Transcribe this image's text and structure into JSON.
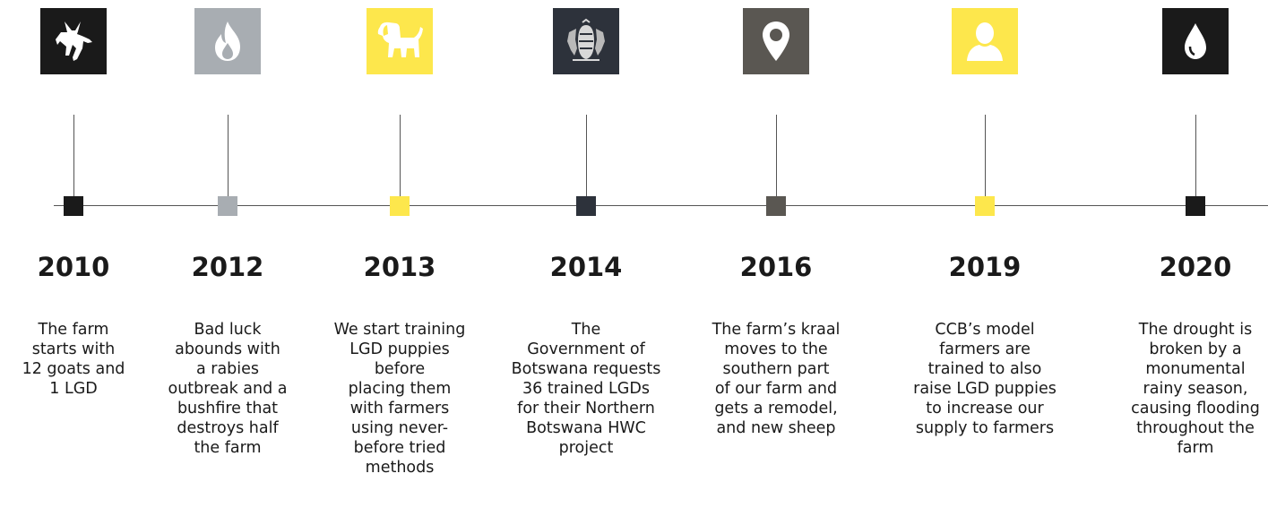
{
  "colors": {
    "black": "#1a1a1a",
    "gray": "#a8adb2",
    "yellow": "#fde74c",
    "navy": "#2d323b",
    "dark_gray": "#5a5752",
    "line": "#555555"
  },
  "events": [
    {
      "year": "2010",
      "icon": "goat-icon",
      "color": "#1a1a1a",
      "lines": [
        "The farm",
        "starts with",
        "12 goats and",
        "1 LGD"
      ]
    },
    {
      "year": "2012",
      "icon": "fire-icon",
      "color": "#a8adb2",
      "lines": [
        "Bad luck",
        "abounds with",
        "a rabies",
        "outbreak and a",
        "bushfire that",
        "destroys half",
        "the farm"
      ]
    },
    {
      "year": "2013",
      "icon": "puppy-icon",
      "color": "#fde74c",
      "lines": [
        "We start training",
        "LGD puppies",
        "before",
        "placing them",
        "with farmers",
        "using never-",
        "before tried",
        "methods"
      ]
    },
    {
      "year": "2014",
      "icon": "coat-of-arms-icon",
      "color": "#2d323b",
      "lines": [
        "The",
        "Government of",
        "Botswana requests",
        "36 trained LGDs",
        "for their Northern",
        "Botswana HWC",
        "project"
      ]
    },
    {
      "year": "2016",
      "icon": "map-pin-icon",
      "color": "#5a5752",
      "lines": [
        "The farm’s kraal",
        "moves to the",
        "southern part",
        "of our farm and",
        "gets a remodel,",
        "and new sheep"
      ]
    },
    {
      "year": "2019",
      "icon": "person-icon",
      "color": "#fde74c",
      "lines": [
        "CCB’s model",
        "farmers are",
        "trained to also",
        "raise LGD puppies",
        "to increase our",
        "supply to farmers"
      ]
    },
    {
      "year": "2020",
      "icon": "water-drop-icon",
      "color": "#1a1a1a",
      "lines": [
        "The drought is",
        "broken by a",
        "monumental",
        "rainy season,",
        "causing flooding",
        "throughout the",
        "farm"
      ]
    }
  ]
}
